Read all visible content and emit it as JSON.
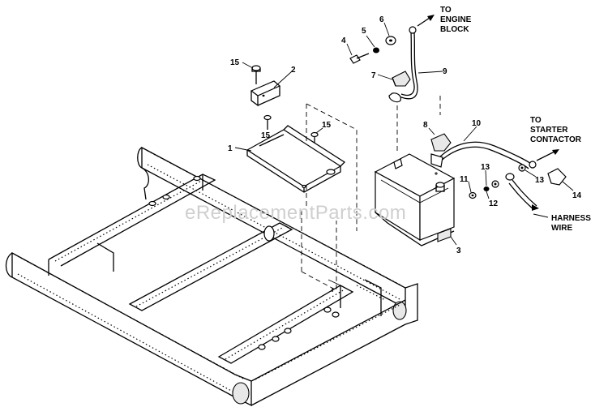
{
  "callouts": {
    "c1": "1",
    "c2": "2",
    "c3": "3",
    "c4": "4",
    "c5": "5",
    "c6": "6",
    "c7": "7",
    "c8": "8",
    "c9": "9",
    "c10": "10",
    "c11": "11",
    "c12": "12",
    "c13a": "13",
    "c13b": "13",
    "c14": "14",
    "c15a": "15",
    "c15b": "15",
    "c15c": "15"
  },
  "captions": {
    "engine_block_1": "TO",
    "engine_block_2": "ENGINE",
    "engine_block_3": "BLOCK",
    "starter_1": "TO",
    "starter_2": "STARTER",
    "starter_3": "CONTACTOR",
    "harness_1": "HARNESS",
    "harness_2": "WIRE"
  },
  "watermark": "eReplacementParts.com"
}
